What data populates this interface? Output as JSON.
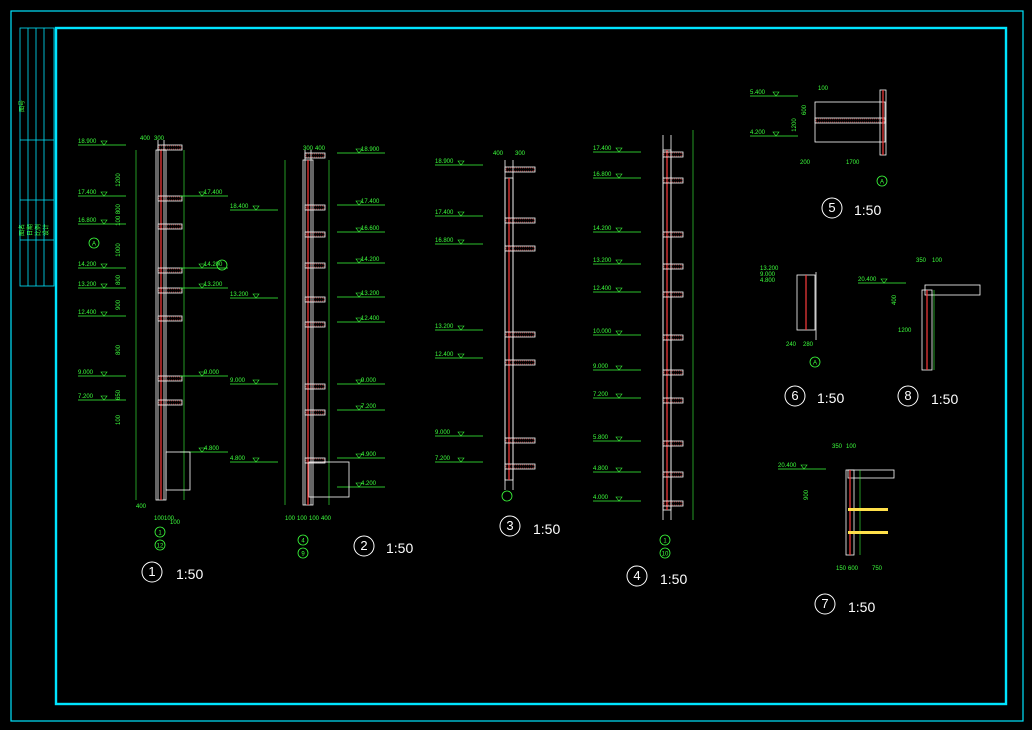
{
  "sheet": {
    "border_color": "#00e5ff",
    "line_color": "#3cff3c",
    "hatch_color": "#ff3c3c",
    "bg_color": "#000000"
  },
  "title_block": {
    "labels": [
      "图号",
      "图名",
      "日期",
      "比例",
      "设计"
    ]
  },
  "details": [
    {
      "id": "1",
      "scale": "1:50",
      "refs": [
        "1",
        "12"
      ],
      "levels_left": [
        "18.900",
        "17.400",
        "16.800",
        "14.200",
        "13.200",
        "12.400",
        "9.000",
        "7.200"
      ],
      "levels_right": [
        "17.400",
        "14.200",
        "13.200",
        "9.000",
        "4.800"
      ],
      "dims_bottom": [
        "400",
        "100",
        "100",
        "100"
      ],
      "dims_top": [
        "400",
        "300"
      ]
    },
    {
      "id": "2",
      "scale": "1:50",
      "refs": [
        "4",
        "9"
      ],
      "levels_left": [
        "18.400",
        "13.200",
        "9.000",
        "4.800"
      ],
      "levels_right": [
        "18.900",
        "17.400",
        "16.600",
        "14.200",
        "13.200",
        "12.400",
        "9.000",
        "7.200",
        "4.900",
        "4.200"
      ],
      "dims_bottom": [
        "100",
        "100",
        "100",
        "400"
      ],
      "dims_top": [
        "300",
        "400"
      ]
    },
    {
      "id": "3",
      "scale": "1:50",
      "refs": [],
      "levels_left": [
        "18.900",
        "17.400",
        "16.800",
        "13.200",
        "12.400",
        "9.000",
        "7.200"
      ],
      "dims_top": [
        "400",
        "300"
      ]
    },
    {
      "id": "4",
      "scale": "1:50",
      "refs": [
        "1",
        "10"
      ],
      "levels_left": [
        "17.400",
        "16.800",
        "14.200",
        "13.200",
        "12.400",
        "10.000",
        "9.000",
        "7.200",
        "5.800",
        "4.800",
        "4.000"
      ]
    },
    {
      "id": "5",
      "scale": "1:50",
      "refs": [
        "A"
      ],
      "levels_left": [
        "5.400",
        "4.200"
      ],
      "dims": [
        "100",
        "200",
        "1700",
        "1200",
        "600"
      ]
    },
    {
      "id": "6",
      "scale": "1:50",
      "refs": [
        "A"
      ],
      "levels_left": [
        "13.200",
        "9.000",
        "4.800"
      ],
      "dims": [
        "240",
        "280"
      ]
    },
    {
      "id": "7",
      "scale": "1:50",
      "refs": [],
      "levels_left": [
        "20.400"
      ],
      "dims": [
        "350",
        "100",
        "150",
        "600",
        "750",
        "900"
      ]
    },
    {
      "id": "8",
      "scale": "1:50",
      "refs": [],
      "levels_left": [
        "20.400"
      ],
      "dims": [
        "350",
        "100",
        "1200",
        "400"
      ]
    }
  ]
}
